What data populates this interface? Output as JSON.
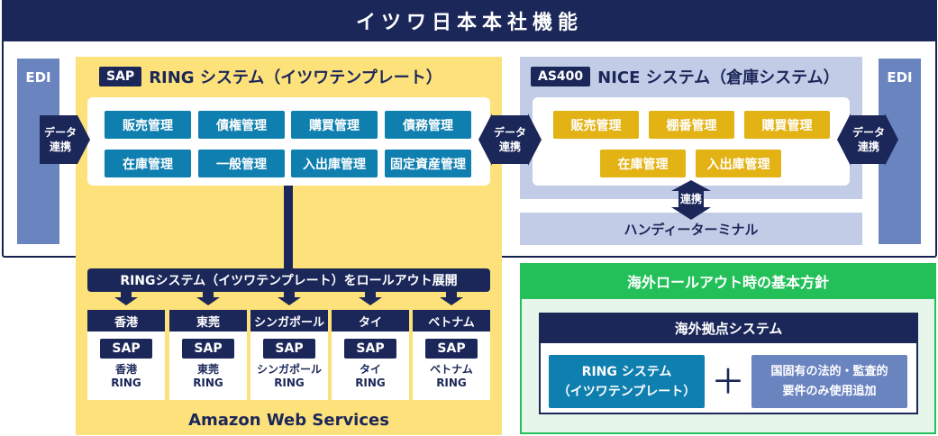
{
  "headquarters": {
    "title": "イツワ日本本社機能"
  },
  "edi": {
    "left_label": "EDI",
    "right_label": "EDI"
  },
  "connectors": {
    "edi_left": [
      "データ",
      "連携"
    ],
    "middle": [
      "データ",
      "連携"
    ],
    "edi_right": [
      "データ",
      "連携"
    ],
    "handy": "連携"
  },
  "ring_system": {
    "tag": "SAP",
    "title": "RING システム（イツワテンプレート）",
    "modules": [
      "販売管理",
      "債権管理",
      "購買管理",
      "債務管理",
      "在庫管理",
      "一般管理",
      "入出庫管理",
      "固定資産管理"
    ]
  },
  "nice_system": {
    "tag": "AS400",
    "title": "NICE システム（倉庫システム）",
    "modules": [
      "販売管理",
      "棚番管理",
      "購買管理",
      "在庫管理",
      "入出庫管理"
    ]
  },
  "handy_terminal": "ハンディーターミナル",
  "rollout": {
    "label": "RINGシステム（イツワテンプレート）をロールアウト展開",
    "countries": [
      {
        "name": "香港",
        "sap": "SAP",
        "ring": [
          "香港",
          "RING"
        ]
      },
      {
        "name": "東莞",
        "sap": "SAP",
        "ring": [
          "東莞",
          "RING"
        ]
      },
      {
        "name": "シンガポール",
        "sap": "SAP",
        "ring": [
          "シンガポール",
          "RING"
        ]
      },
      {
        "name": "タイ",
        "sap": "SAP",
        "ring": [
          "タイ",
          "RING"
        ]
      },
      {
        "name": "ベトナム",
        "sap": "SAP",
        "ring": [
          "ベトナム",
          "RING"
        ]
      }
    ],
    "platform": "Amazon Web Services"
  },
  "policy": {
    "title": "海外ロールアウト時の基本方針",
    "subtitle": "海外拠点システム",
    "ring_box": [
      "RING システム",
      "（イツワテンプレート）"
    ],
    "plus": "＋",
    "legal_box": [
      "国固有の法的・監査的",
      "要件のみ使用追加"
    ]
  },
  "colors": {
    "navy": "#1b2759",
    "module_blue": "#0f7fb0",
    "module_gold": "#e3b214",
    "edi_blue": "#6a84c0",
    "ring_yellow": "#fde17a",
    "policy_green": "#23c05a"
  }
}
